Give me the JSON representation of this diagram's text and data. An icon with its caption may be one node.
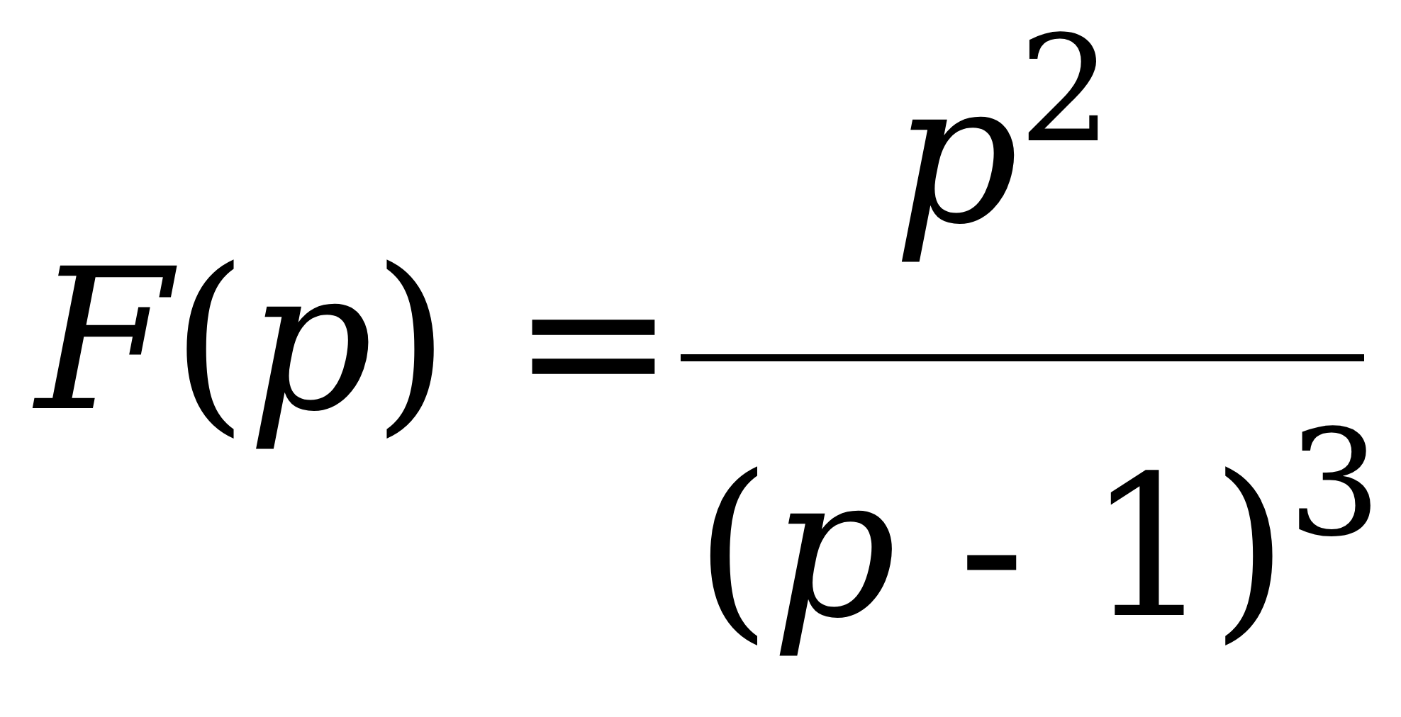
{
  "diagram": {
    "labels": [
      "*F*(*p*) =",
      "*p*$^{2}$",
      "(*p* - 1)$^{3}$"
    ]
  }
}
